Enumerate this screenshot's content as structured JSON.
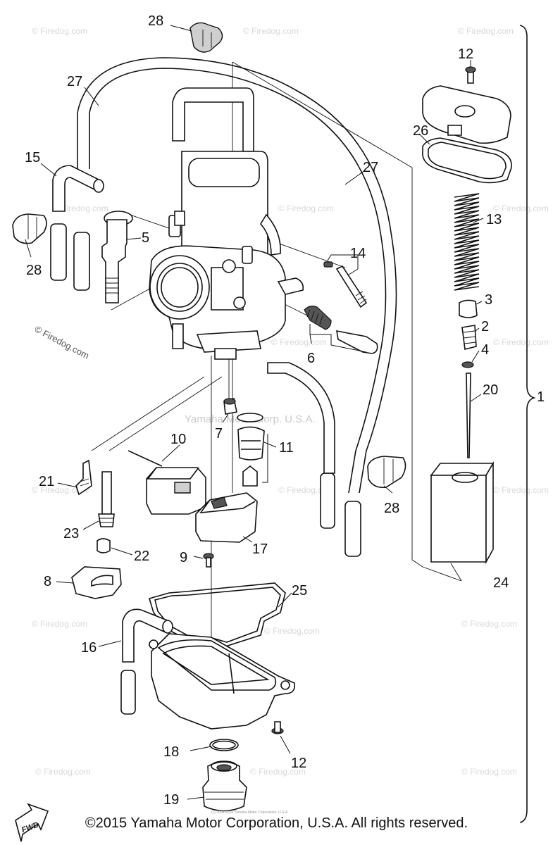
{
  "watermarks": {
    "corner": "© Firedog.com",
    "tile": "© Firedog.com",
    "center": "Yamaha Motor Corp. U.S.A.",
    "tiny": "(c) 2009-2015 Yamaha Motor Corporation, U.S.A."
  },
  "fwd_label": "FWD",
  "copyright": "©2015 Yamaha Motor Corporation, U.S.A. All rights reserved.",
  "callouts": [
    {
      "id": "c28a",
      "text": "28"
    },
    {
      "id": "c27a",
      "text": "27"
    },
    {
      "id": "c15",
      "text": "15"
    },
    {
      "id": "c5",
      "text": "5"
    },
    {
      "id": "c28b",
      "text": "28"
    },
    {
      "id": "c27b",
      "text": "27"
    },
    {
      "id": "c14",
      "text": "14"
    },
    {
      "id": "c6",
      "text": "6"
    },
    {
      "id": "c12a",
      "text": "12"
    },
    {
      "id": "c26",
      "text": "26"
    },
    {
      "id": "c13",
      "text": "13"
    },
    {
      "id": "c3",
      "text": "3"
    },
    {
      "id": "c2",
      "text": "2"
    },
    {
      "id": "c4",
      "text": "4"
    },
    {
      "id": "c20",
      "text": "20"
    },
    {
      "id": "c1",
      "text": "1"
    },
    {
      "id": "c7",
      "text": "7"
    },
    {
      "id": "c10",
      "text": "10"
    },
    {
      "id": "c11",
      "text": "11"
    },
    {
      "id": "c21",
      "text": "21"
    },
    {
      "id": "c23",
      "text": "23"
    },
    {
      "id": "c22",
      "text": "22"
    },
    {
      "id": "c28c",
      "text": "28"
    },
    {
      "id": "c17",
      "text": "17"
    },
    {
      "id": "c9",
      "text": "9"
    },
    {
      "id": "c24",
      "text": "24"
    },
    {
      "id": "c8",
      "text": "8"
    },
    {
      "id": "c25",
      "text": "25"
    },
    {
      "id": "c16",
      "text": "16"
    },
    {
      "id": "c18",
      "text": "18"
    },
    {
      "id": "c12b",
      "text": "12"
    },
    {
      "id": "c19",
      "text": "19"
    }
  ]
}
